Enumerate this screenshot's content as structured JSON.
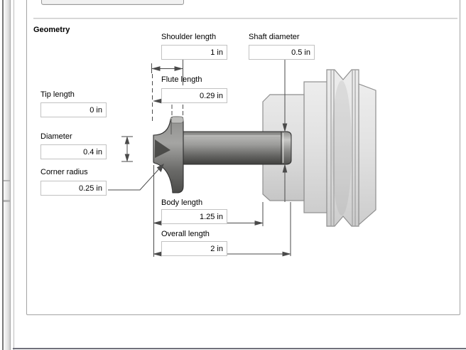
{
  "panel": {
    "title": "Geometry",
    "fields": {
      "shoulder_length": {
        "label": "Shoulder length",
        "value": "1 in"
      },
      "shaft_diameter": {
        "label": "Shaft diameter",
        "value": "0.5 in"
      },
      "flute_length": {
        "label": "Flute length",
        "value": "0.29 in"
      },
      "tip_length": {
        "label": "Tip length",
        "value": "0 in"
      },
      "diameter": {
        "label": "Diameter",
        "value": "0.4 in"
      },
      "corner_radius": {
        "label": "Corner radius",
        "value": "0.25 in"
      },
      "body_length": {
        "label": "Body length",
        "value": "1.25 in"
      },
      "overall_length": {
        "label": "Overall length",
        "value": "2 in"
      }
    },
    "colors": {
      "group_border": "#a3a3a3",
      "field_border": "#c2c2c2",
      "dimension": "#4a4a4a",
      "holder_outline": "#8f8f8f",
      "shaft_dark": "#3f3f3d"
    }
  }
}
